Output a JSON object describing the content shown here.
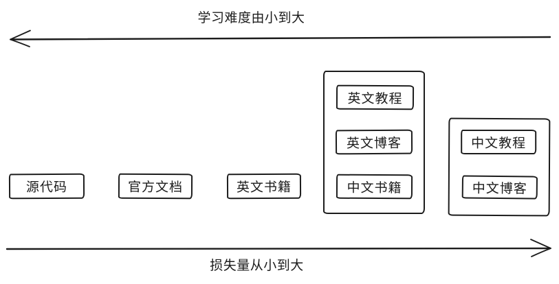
{
  "diagram": {
    "background_color": "#ffffff",
    "ink_color": "#1c1c1c",
    "top_axis": {
      "label": "学习难度由小到大",
      "direction": "left"
    },
    "bottom_axis": {
      "label": "损失量从小到大",
      "direction": "right"
    },
    "standalone_boxes": [
      {
        "label": "源代码"
      },
      {
        "label": "官方文档"
      },
      {
        "label": "英文书籍"
      }
    ],
    "groups": [
      {
        "name": "english-plus-chinese-books-group",
        "items": [
          {
            "label": "英文教程"
          },
          {
            "label": "英文博客"
          },
          {
            "label": "中文书籍"
          }
        ]
      },
      {
        "name": "chinese-group",
        "items": [
          {
            "label": "中文教程"
          },
          {
            "label": "中文博客"
          }
        ]
      }
    ]
  }
}
